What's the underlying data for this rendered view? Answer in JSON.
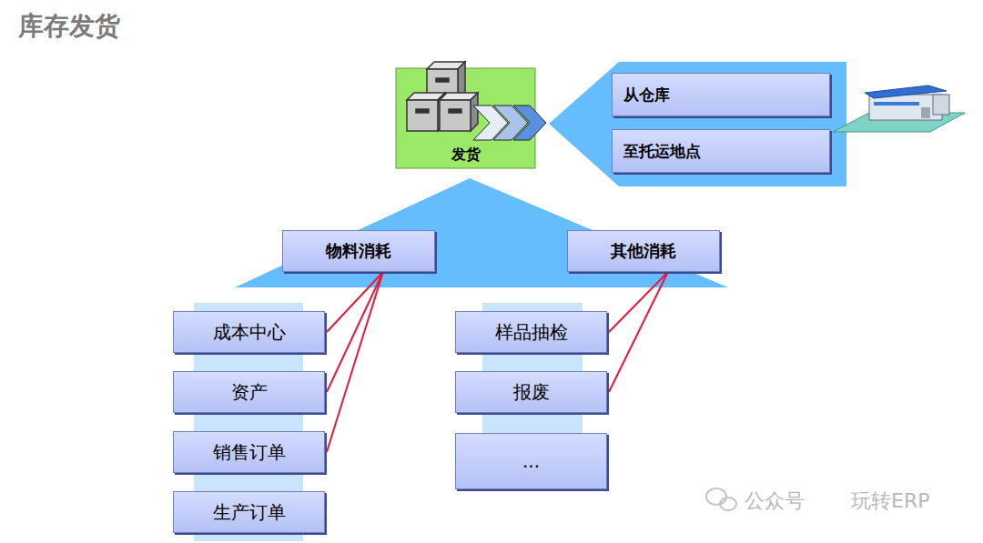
{
  "diagram": {
    "title": "库存发货",
    "nodes": [
      {
        "text": [
          "发货"
        ]
      },
      {
        "text": [
          "从仓库"
        ]
      },
      {
        "text": [
          "至托运地点"
        ]
      },
      {
        "text": [
          "物料消耗"
        ]
      },
      {
        "text": [
          "其他消耗"
        ]
      },
      {
        "text": [
          "成本中心"
        ]
      },
      {
        "text": [
          "资产"
        ]
      },
      {
        "text": [
          "销售订单"
        ]
      },
      {
        "text": [
          "生产订单"
        ]
      },
      {
        "text": [
          "样品抽检"
        ]
      },
      {
        "text": [
          "报废"
        ]
      },
      {
        "text": [
          "..."
        ]
      }
    ],
    "edges": [
      {
        "from": 3,
        "to": 5,
        "arrow": "none"
      },
      {
        "from": 3,
        "to": 6,
        "arrow": "none"
      },
      {
        "from": 3,
        "to": 7,
        "arrow": "none"
      },
      {
        "from": 4,
        "to": 9,
        "arrow": "none"
      },
      {
        "from": 4,
        "to": 10,
        "arrow": "none"
      }
    ],
    "labels": [
      "公众号",
      "玩转ERP"
    ]
  }
}
